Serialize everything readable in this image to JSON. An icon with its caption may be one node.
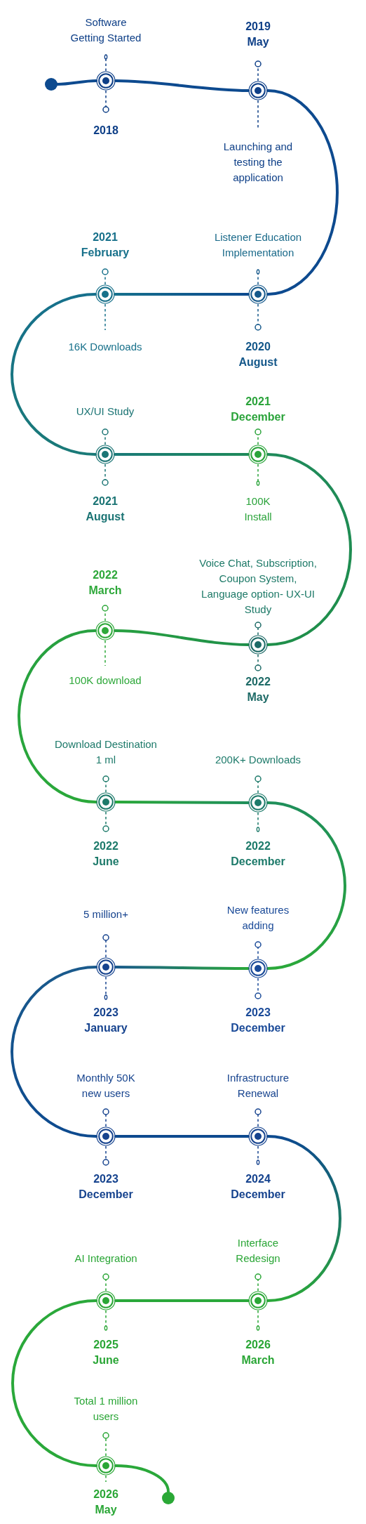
{
  "diagram": {
    "nodes": [
      {
        "text": [],
        "shape": "circle"
      },
      {
        "text": [],
        "shape": "circle",
        "beside": [
          "Software Getting Started",
          "2018"
        ]
      },
      {
        "text": [],
        "shape": "circle",
        "beside": [
          "2019 May",
          "Launching and testing the application"
        ]
      },
      {
        "text": [],
        "shape": "circle",
        "beside": [
          "Listener Education Implementation",
          "2020 August"
        ]
      },
      {
        "text": [],
        "shape": "circle",
        "beside": [
          "2021 February",
          "16K Downloads"
        ]
      },
      {
        "text": [],
        "shape": "circle",
        "beside": [
          "UX/UI Study",
          "2021 August"
        ]
      },
      {
        "text": [],
        "shape": "circle",
        "beside": [
          "2021 December",
          "100K Install"
        ]
      },
      {
        "text": [],
        "shape": "circle",
        "beside": [
          "Voice Chat, Subscription, Coupon System, Language option- UX-UI Study",
          "2022 May"
        ]
      },
      {
        "text": [],
        "shape": "circle",
        "beside": [
          "2022 March",
          "100K download"
        ]
      },
      {
        "text": [],
        "shape": "circle",
        "beside": [
          "Download Destination 1 ml",
          "2022 June"
        ]
      },
      {
        "text": [],
        "shape": "circle",
        "beside": [
          "200K+ Downloads",
          "2022 December"
        ]
      },
      {
        "text": [],
        "shape": "circle",
        "beside": [
          "New features adding",
          "2023 December"
        ]
      },
      {
        "text": [],
        "shape": "circle",
        "beside": [
          "5 million+",
          "2023 January"
        ]
      },
      {
        "text": [],
        "shape": "circle",
        "beside": [
          "Monthly 50K new users",
          "2023 December"
        ]
      },
      {
        "text": [],
        "shape": "circle",
        "beside": [
          "Infrastructure Renewal",
          "2024 December"
        ]
      },
      {
        "text": [],
        "shape": "circle",
        "beside": [
          "Interface Redesign",
          "2026 March"
        ]
      },
      {
        "text": [],
        "shape": "circle",
        "beside": [
          "AI Integration",
          "2025 June"
        ]
      },
      {
        "text": [],
        "shape": "circle",
        "beside": [
          "Total 1 million users",
          "2026 May"
        ]
      },
      {
        "text": [],
        "shape": "circle"
      }
    ],
    "edges": [
      {
        "from": 0,
        "to": 1,
        "arrow": "none",
        "color": "#0d4a8f"
      },
      {
        "from": 1,
        "to": 2,
        "arrow": "none",
        "color": "#0d4a8f"
      },
      {
        "from": 2,
        "to": 3,
        "arrow": "none",
        "color": "#0d4a8f"
      },
      {
        "from": 3,
        "to": 4,
        "arrow": "none",
        "color": "#16708c"
      },
      {
        "from": 4,
        "to": 5,
        "arrow": "none",
        "color": "#1a7a78"
      },
      {
        "from": 5,
        "to": 6,
        "arrow": "none",
        "color": "#1f8a5a"
      },
      {
        "from": 6,
        "to": 7,
        "arrow": "none",
        "color": "#1f8f4a"
      },
      {
        "from": 7,
        "to": 8,
        "arrow": "none",
        "color": "#27a040"
      },
      {
        "from": 8,
        "to": 9,
        "arrow": "none",
        "color": "#2aa83a"
      },
      {
        "from": 9,
        "to": 10,
        "arrow": "none",
        "color": "#1f8f5a"
      },
      {
        "from": 10,
        "to": 11,
        "arrow": "none",
        "color": "#2aa83a"
      },
      {
        "from": 11,
        "to": 12,
        "arrow": "none",
        "color": "#1a5a8c"
      },
      {
        "from": 12,
        "to": 13,
        "arrow": "none",
        "color": "#0d4a8f"
      },
      {
        "from": 13,
        "to": 14,
        "arrow": "none",
        "color": "#0d4a8f"
      },
      {
        "from": 14,
        "to": 15,
        "arrow": "none",
        "color": "#2aa83a"
      },
      {
        "from": 15,
        "to": 16,
        "arrow": "none",
        "color": "#2aa83a"
      },
      {
        "from": 16,
        "to": 17,
        "arrow": "none",
        "color": "#2aa83a"
      },
      {
        "from": 17,
        "to": 18,
        "arrow": "none",
        "color": "#2aa83a"
      }
    ]
  }
}
